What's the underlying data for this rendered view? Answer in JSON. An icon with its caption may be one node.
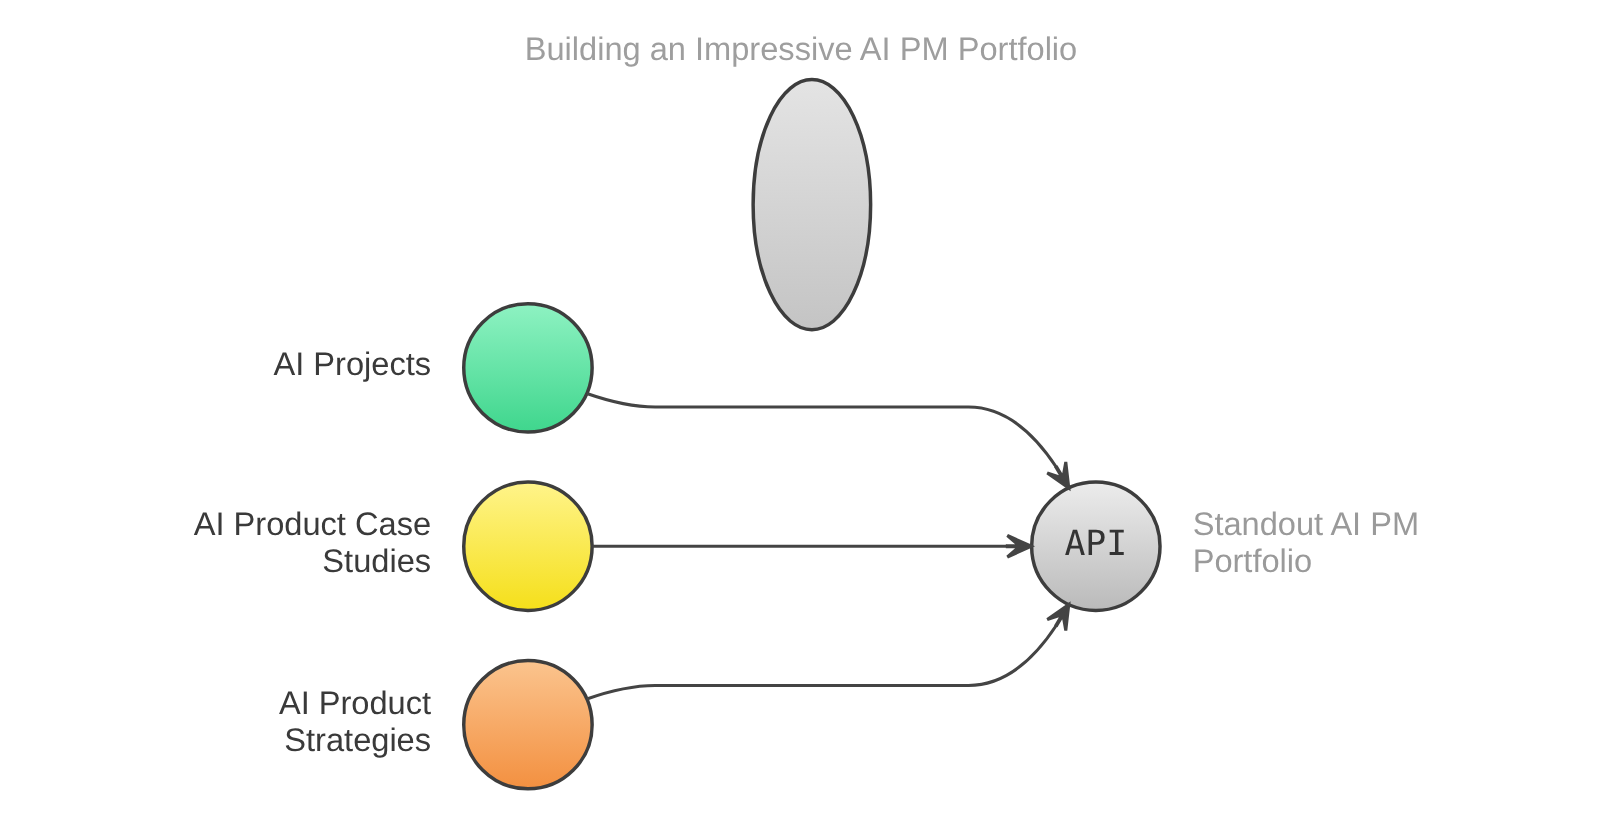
{
  "diagram": {
    "title": "Building an Impressive AI PM Portfolio",
    "nodes": [
      {
        "text": [],
        "shape": "circle",
        "beside": [
          "AI Projects"
        ]
      },
      {
        "text": [],
        "shape": "circle",
        "beside": [
          "AI Product Case Studies"
        ]
      },
      {
        "text": [],
        "shape": "circle",
        "beside": [
          "AI Product Strategies"
        ]
      },
      {
        "text": [],
        "shape": "lens"
      },
      {
        "text": [
          "API"
        ],
        "beside": [
          "Standout AI PM Portfolio"
        ]
      }
    ],
    "edges": [
      {
        "from": 0,
        "to": 4,
        "arrow": "to"
      },
      {
        "from": 1,
        "to": 4,
        "arrow": "to"
      },
      {
        "from": 2,
        "to": 4,
        "arrow": "to"
      }
    ]
  }
}
